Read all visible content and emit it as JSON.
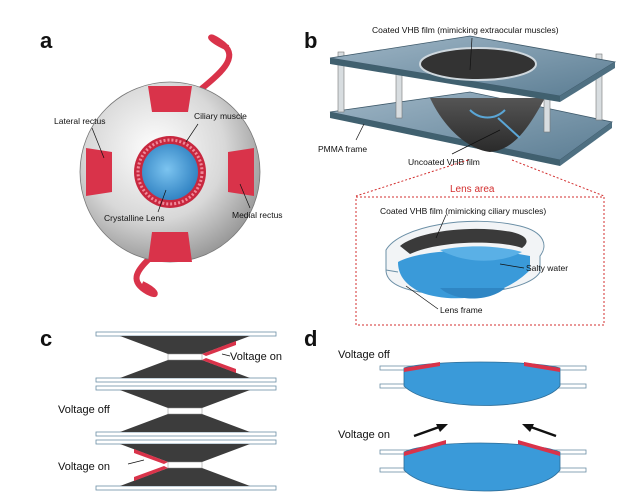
{
  "panels": {
    "a": "a",
    "b": "b",
    "c": "c",
    "d": "d"
  },
  "eye": {
    "lateral_rectus": "Lateral rectus",
    "ciliary_muscle": "Ciliary muscle",
    "crystalline_lens": "Crystalline Lens",
    "medial_rectus": "Medial rectus"
  },
  "device": {
    "coated_film": "Coated VHB film (mimicking extraocular muscles)",
    "pmma_frame": "PMMA frame",
    "uncoated_film": "Uncoated VHB film",
    "lens_area": "Lens area",
    "coated_ciliary": "Coated VHB film (mimicking ciliary muscles)",
    "salty_water": "Salty water",
    "lens_frame": "Lens frame"
  },
  "states": {
    "c_top": "Voltage on",
    "c_mid": "Voltage off",
    "c_bot": "Voltage on",
    "d_top": "Voltage off",
    "d_bot": "Voltage on"
  },
  "colors": {
    "muscle_red": "#d9334a",
    "lens_blue": "#3a9ad9",
    "film_dark": "#3c3c3c",
    "frame_steel": "#6b8fa6",
    "annotation_red": "#d32f2f"
  }
}
